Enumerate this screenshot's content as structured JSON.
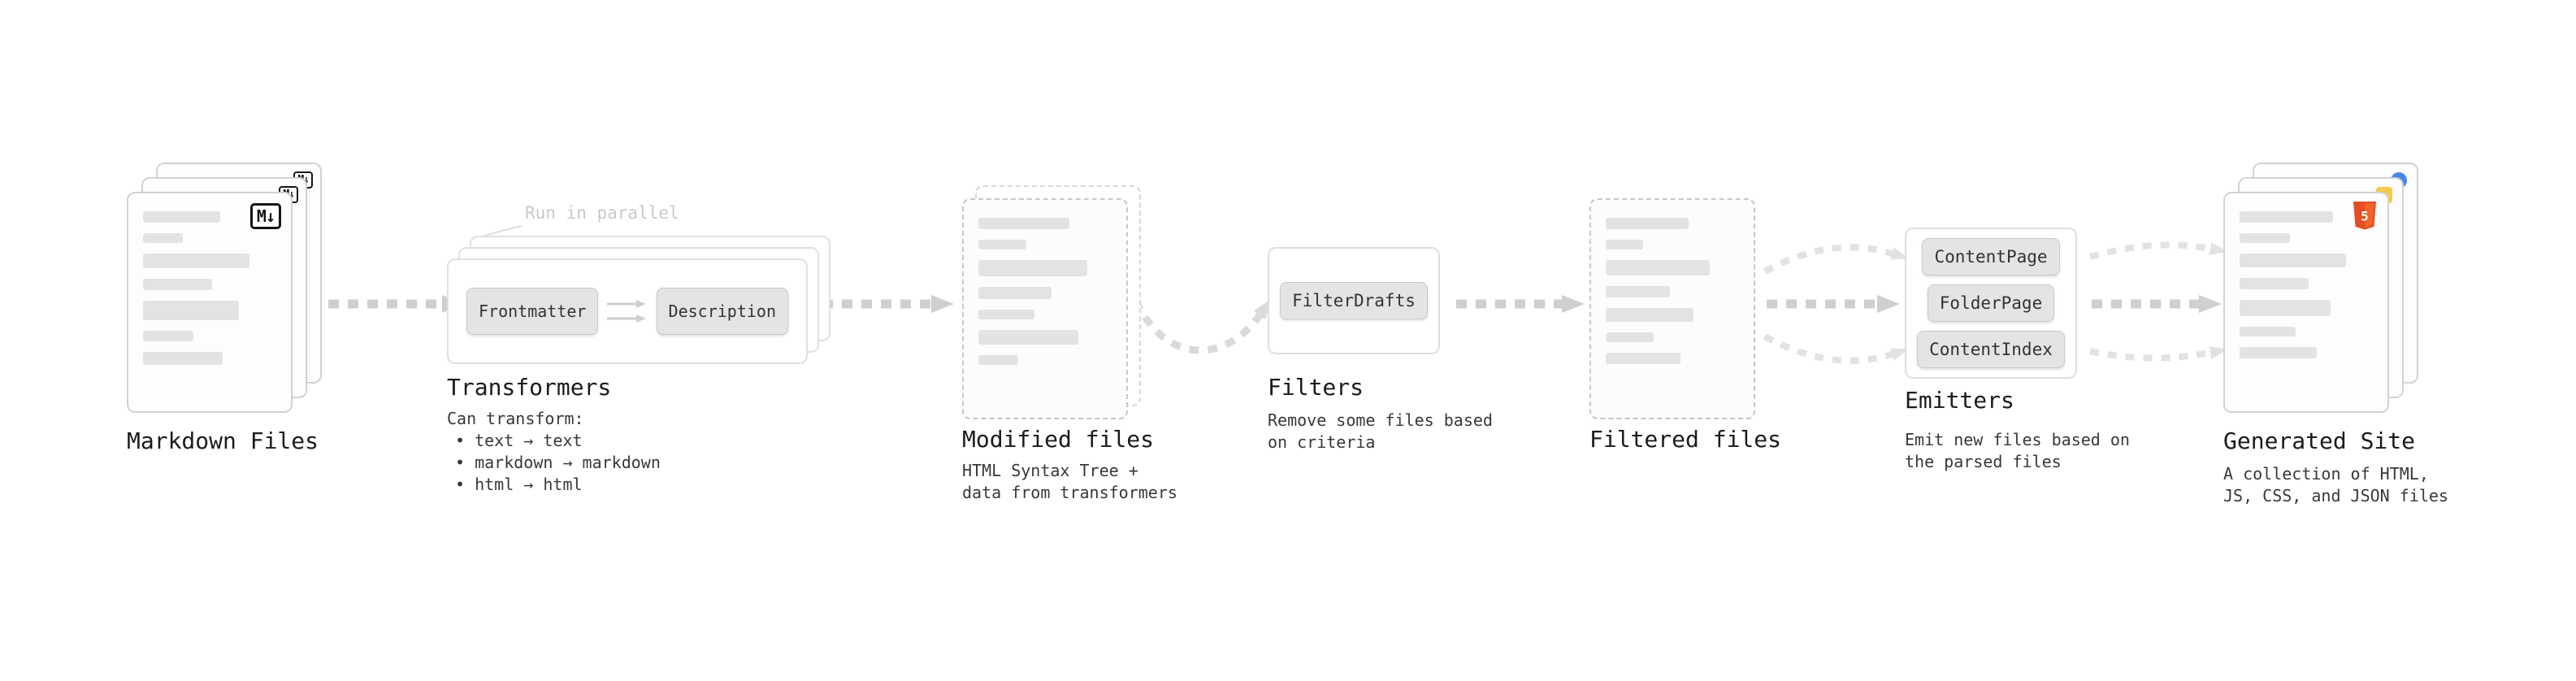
{
  "colors": {
    "arrow_bold": "#cfcfcf",
    "arrow_light": "#e2e2e2",
    "card_border": "#d2d2d2",
    "dashed_border": "#c6c6c6",
    "bar": "#e3e3e3",
    "chip_bg": "#e4e4e4",
    "title_text": "#1b1b1b",
    "desc_text": "#383838",
    "muted_label": "#c9c9c9",
    "markdown_badge": "#161616",
    "html5_orange": "#e44d26",
    "file_icon_blue": "#4a86e8",
    "file_icon_yellow": "#f2c94c"
  },
  "stages": {
    "markdown_files": {
      "title": "Markdown Files",
      "badge_text": "M↓",
      "bars": [
        {
          "w": 58,
          "h": 14
        },
        {
          "w": 30,
          "h": 12
        },
        {
          "w": 80,
          "h": 18
        },
        {
          "w": 52,
          "h": 14
        },
        {
          "w": 72,
          "h": 24
        },
        {
          "w": 38,
          "h": 13
        },
        {
          "w": 60,
          "h": 16
        }
      ]
    },
    "transformers": {
      "title": "Transformers",
      "parallel_label": "Run in parallel",
      "chips": [
        "Frontmatter",
        "Description"
      ],
      "description_lines": [
        "Can transform:",
        "• text → text",
        "• markdown → markdown",
        "• html → html"
      ]
    },
    "modified_files": {
      "title": "Modified files",
      "description_lines": [
        "HTML Syntax Tree +",
        "data from transformers"
      ],
      "bars": [
        {
          "w": 68,
          "h": 14
        },
        {
          "w": 36,
          "h": 12
        },
        {
          "w": 82,
          "h": 20
        },
        {
          "w": 55,
          "h": 15
        },
        {
          "w": 42,
          "h": 12
        },
        {
          "w": 75,
          "h": 18
        },
        {
          "w": 30,
          "h": 12
        }
      ]
    },
    "filters": {
      "title": "Filters",
      "chips": [
        "FilterDrafts"
      ],
      "description_lines": [
        "Remove some files based",
        "on criteria"
      ]
    },
    "filtered_files": {
      "title": "Filtered files",
      "bars": [
        {
          "w": 62,
          "h": 14
        },
        {
          "w": 28,
          "h": 12
        },
        {
          "w": 78,
          "h": 19
        },
        {
          "w": 48,
          "h": 14
        },
        {
          "w": 66,
          "h": 17
        },
        {
          "w": 36,
          "h": 12
        },
        {
          "w": 56,
          "h": 14
        }
      ]
    },
    "emitters": {
      "title": "Emitters",
      "chips": [
        "ContentPage",
        "FolderPage",
        "ContentIndex"
      ],
      "description_lines": [
        "Emit new files based on",
        "the parsed files"
      ]
    },
    "generated_site": {
      "title": "Generated Site",
      "badge_text": "5",
      "description_lines": [
        "A collection of HTML,",
        "JS, CSS, and JSON files"
      ],
      "bars": [
        {
          "w": 70,
          "h": 14
        },
        {
          "w": 38,
          "h": 12
        },
        {
          "w": 80,
          "h": 17
        },
        {
          "w": 52,
          "h": 14
        },
        {
          "w": 68,
          "h": 20
        },
        {
          "w": 42,
          "h": 12
        },
        {
          "w": 58,
          "h": 14
        }
      ]
    }
  }
}
